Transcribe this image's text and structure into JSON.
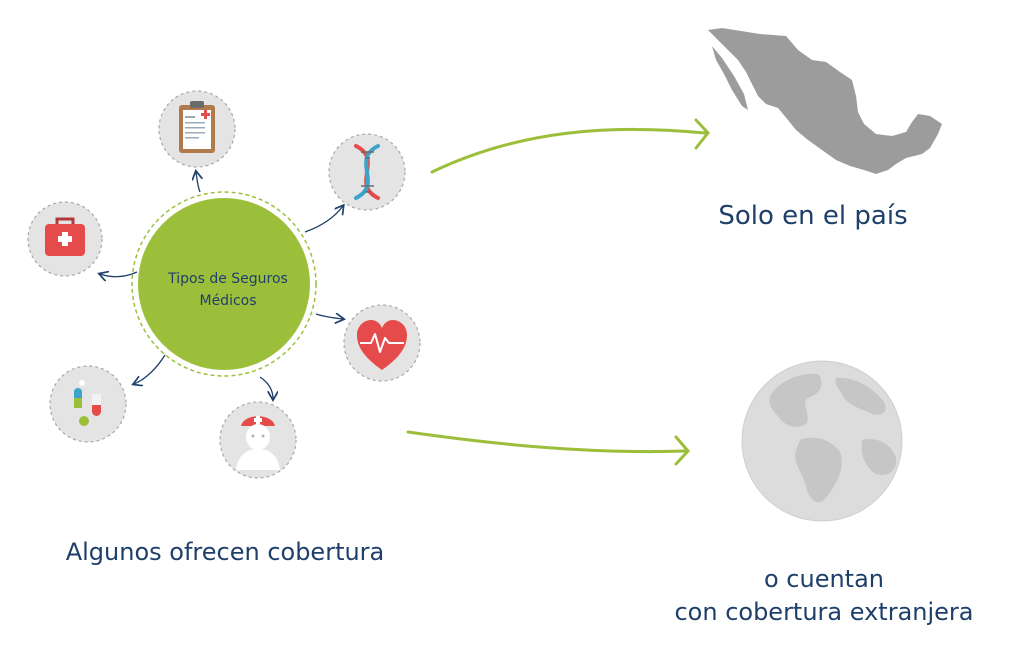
{
  "center": {
    "line1": "Tipos de Seguros",
    "line2": "Médicos"
  },
  "labels": {
    "solo_pais": "Solo en el país",
    "algunos": "Algunos ofrecen cobertura",
    "cuentan_line1": "o cuentan",
    "cuentan_line2": "con cobertura extranjera"
  },
  "icons": [
    "clipboard-icon",
    "dna-icon",
    "first-aid-kit-icon",
    "heartbeat-icon",
    "pills-icon",
    "nurse-icon",
    "mexico-map-icon",
    "globe-icon"
  ],
  "colors": {
    "accent_green": "#9cbf3b",
    "text_navy": "#1f3f6b",
    "icon_bg": "#e4e4e4",
    "icon_border": "#a8a8a8",
    "red": "#e64b4b",
    "map_gray": "#9c9c9c"
  }
}
